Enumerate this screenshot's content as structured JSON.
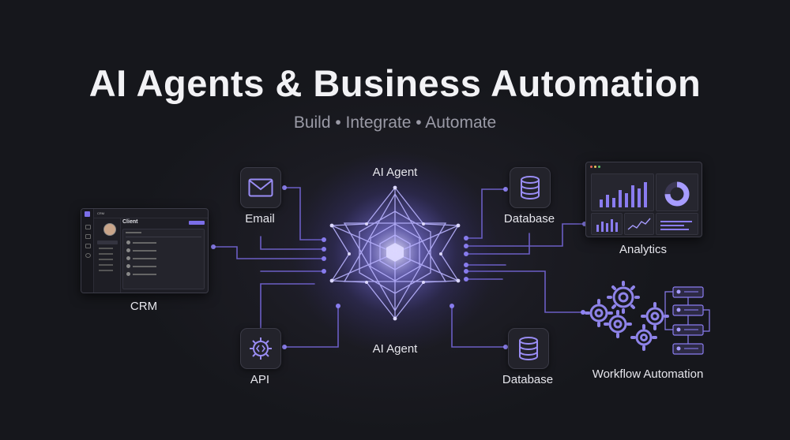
{
  "header": {
    "title": "AI Agents & Business Automation",
    "subtitle": "Build • Integrate • Automate"
  },
  "nodes": {
    "agent_top": "AI Agent",
    "agent_bottom": "AI Agent",
    "email": "Email",
    "api": "API",
    "crm": "CRM",
    "database_top": "Database",
    "database_bottom": "Database",
    "analytics": "Analytics",
    "workflow": "Workflow Automation"
  },
  "crm_window": {
    "app_name": "CRM",
    "page_title": "Client"
  },
  "colors": {
    "background": "#17181d",
    "accent": "#8a7cf0",
    "wire": "#7568d8",
    "glow": "#a9a2ff"
  },
  "icons": {
    "email": "envelope-icon",
    "api": "gear-code-icon",
    "database": "database-icon",
    "workflow": "gears-icon"
  }
}
